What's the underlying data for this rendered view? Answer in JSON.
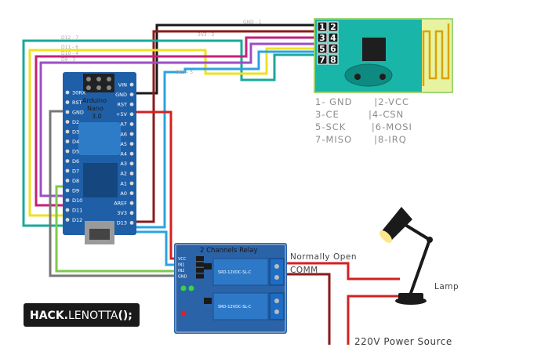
{
  "wire_labels": {
    "gnd": "GND - 1",
    "v33": "3V3 - 2",
    "d12": "D12 - 7",
    "d11": "D11 - 6",
    "d10": "D10 - 4",
    "d9": "D9 - 3",
    "d13": "D13 - 5"
  },
  "nano": {
    "name_line1": "Arduino",
    "name_line2": "Nano",
    "name_line3": "3.0",
    "left_pins": [
      "30RX",
      "RST",
      "GND",
      "D2",
      "D3",
      "D4",
      "D5",
      "D6",
      "D7",
      "D8",
      "D9",
      "D10",
      "D11",
      "D12"
    ],
    "right_pins": [
      "VIN",
      "GND",
      "RST",
      "+5V",
      "A7",
      "A6",
      "A5",
      "A4",
      "A3",
      "A2",
      "A1",
      "A0",
      "AREF",
      "3V3",
      "D13"
    ]
  },
  "nrf": {
    "pin_numbers": [
      "1",
      "2",
      "3",
      "4",
      "5",
      "6",
      "7",
      "8"
    ],
    "legend": [
      "1- GND      |2-VCC",
      "3-CE        |4-CSN",
      "5-SCK       |6-MOSI",
      "7-MISO      |8-IRQ"
    ]
  },
  "relay": {
    "title": "2 Channels Relay",
    "pins": [
      "VCC",
      "IN1",
      "IN2",
      "GND"
    ],
    "module_text": [
      "SRD-12VDC-SL-C",
      "SRD-12VDC-SL-C"
    ]
  },
  "labels": {
    "normally_open": "Normally Open",
    "comm": "COMM",
    "lamp": "Lamp",
    "power_source": "220V Power Source"
  },
  "brand": {
    "name_part1": "HACK.",
    "name_part2": "LENOTTA",
    "name_part3": "();"
  },
  "colors": {
    "nano_board": "#1f5fa8",
    "nrf_board": "#19b5a8",
    "relay_board": "#2b63a8",
    "wire_black": "#1a1a1a",
    "wire_darkred": "#8b1a1a",
    "wire_red": "#d42020",
    "wire_magenta": "#c4207a",
    "wire_yellow": "#f0e020",
    "wire_cyan": "#2aa3e0",
    "wire_teal": "#1aa89a",
    "wire_purple": "#9b4fc4",
    "wire_green": "#7fc94a",
    "wire_gray": "#777777",
    "brand_bg": "#1a1a1a"
  }
}
